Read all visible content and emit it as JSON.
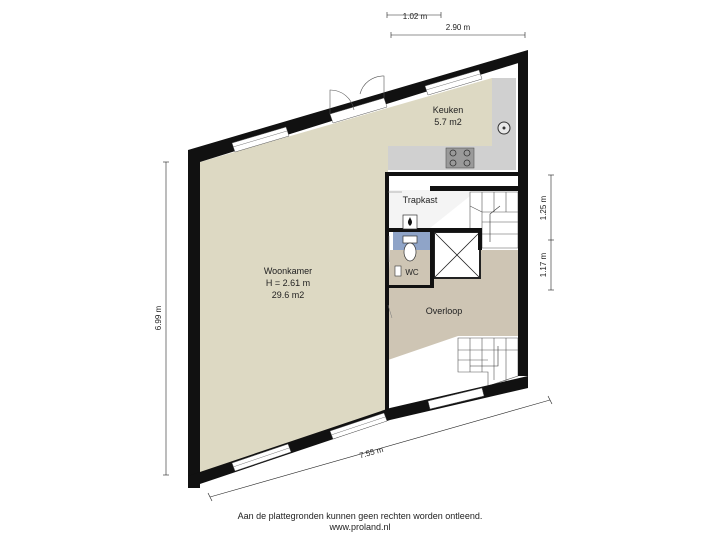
{
  "rooms": {
    "woonkamer": {
      "name": "Woonkamer",
      "height": "H = 2.61 m",
      "area": "29.6 m2"
    },
    "keuken": {
      "name": "Keuken",
      "area": "5.7 m2"
    },
    "trapkast": {
      "name": "Trapkast"
    },
    "wc": {
      "name": "WC"
    },
    "overloop": {
      "name": "Overloop"
    }
  },
  "dimensions": {
    "top_short": "1.02 m",
    "top_long": "2.90 m",
    "left": "6.99 m",
    "bottom": "7.55 m",
    "right_upper": "1.25 m",
    "right_lower": "1.17 m"
  },
  "footer": {
    "disclaimer": "Aan de plattegronden kunnen geen rechten worden ontleend.",
    "url": "www.proland.nl"
  },
  "colors": {
    "living_floor": "#ddd9c3",
    "overloop_floor": "#cec5b4",
    "wc_floor": "#8fa4c8",
    "wall": "#111111",
    "counter": "#d0d0d0"
  }
}
